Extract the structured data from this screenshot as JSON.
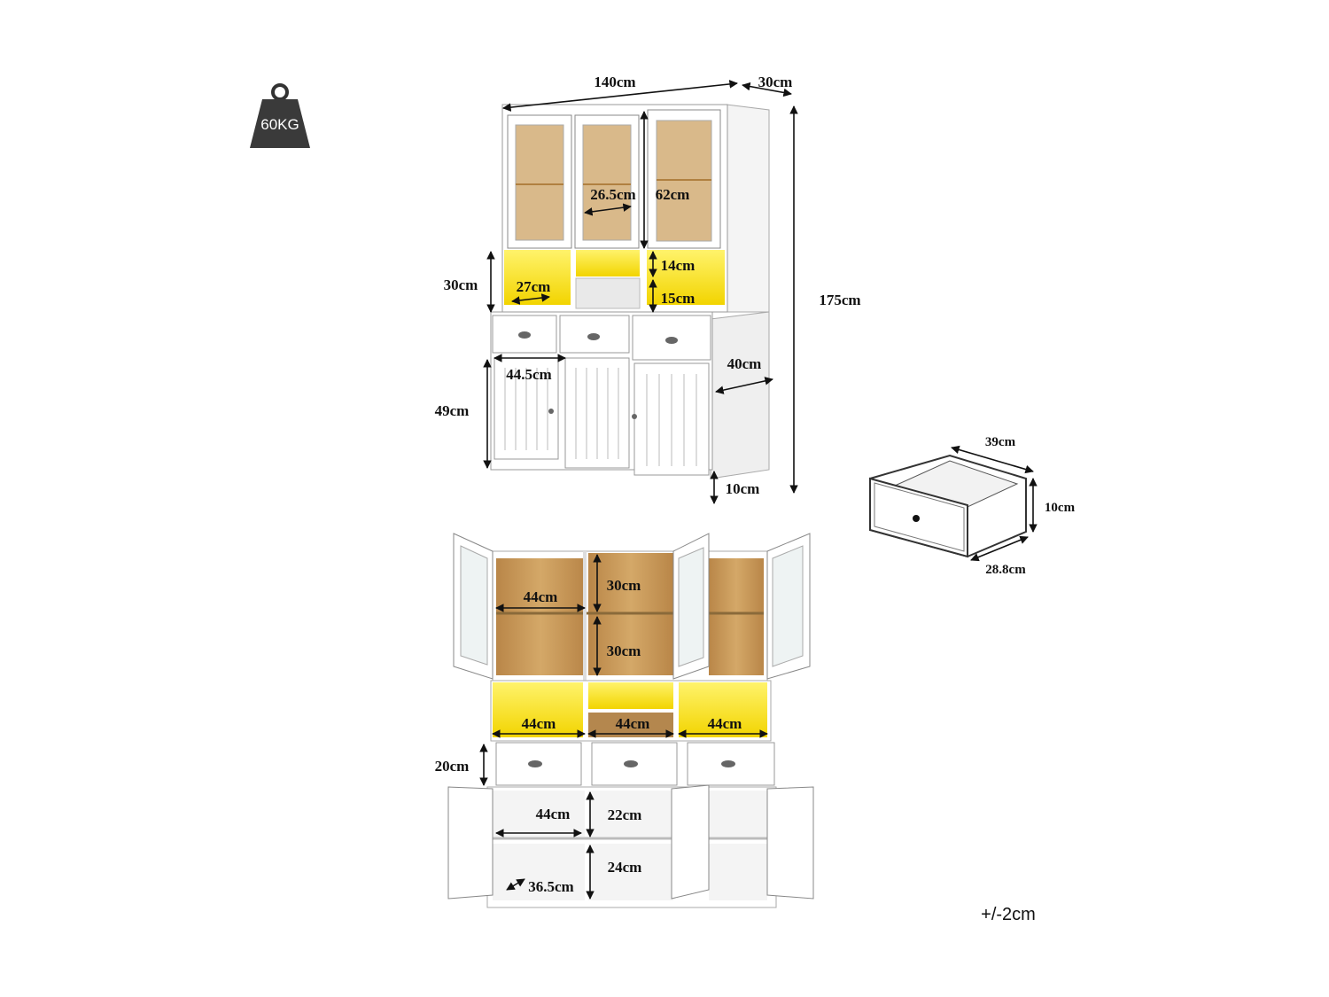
{
  "weight_badge": "60KG",
  "tolerance": "+/-2cm",
  "front_view": {
    "width": "140cm",
    "depth": "30cm",
    "height": "175cm",
    "glass_shelf_width": "26.5cm",
    "glass_section_height": "62cm",
    "light_section_height": "30cm",
    "light_niche_width": "27cm",
    "light_upper": "14cm",
    "light_lower": "15cm",
    "base_depth": "40cm",
    "door_width": "44.5cm",
    "base_cabinet_height": "49cm",
    "leg_height": "10cm"
  },
  "drawer_view": {
    "width": "39cm",
    "height": "10cm",
    "depth": "28.8cm"
  },
  "open_view": {
    "upper_shelf_width": "44cm",
    "upper_top_gap": "30cm",
    "upper_bottom_gap": "30cm",
    "light_left": "44cm",
    "light_mid": "44cm",
    "light_right": "44cm",
    "drawer_height": "20cm",
    "lower_shelf_width": "44cm",
    "lower_top_gap": "22cm",
    "lower_bottom_gap": "24cm",
    "lower_depth": "36.5cm"
  },
  "colors": {
    "cabinet": "#ffffff",
    "outline": "#9a9a9a",
    "wood": "#c89a5a",
    "light": "#f7e21a",
    "ink": "#111111"
  }
}
